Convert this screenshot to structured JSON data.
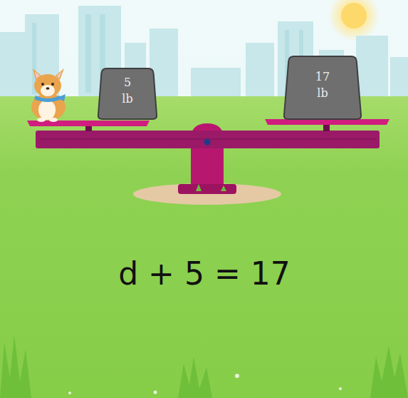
{
  "diagram": {
    "nodes": [
      {
        "text": [
          "5 lb"
        ]
      },
      {
        "text": [
          "17 lb"
        ]
      }
    ],
    "labels": [
      "d + 5 = 17"
    ]
  }
}
